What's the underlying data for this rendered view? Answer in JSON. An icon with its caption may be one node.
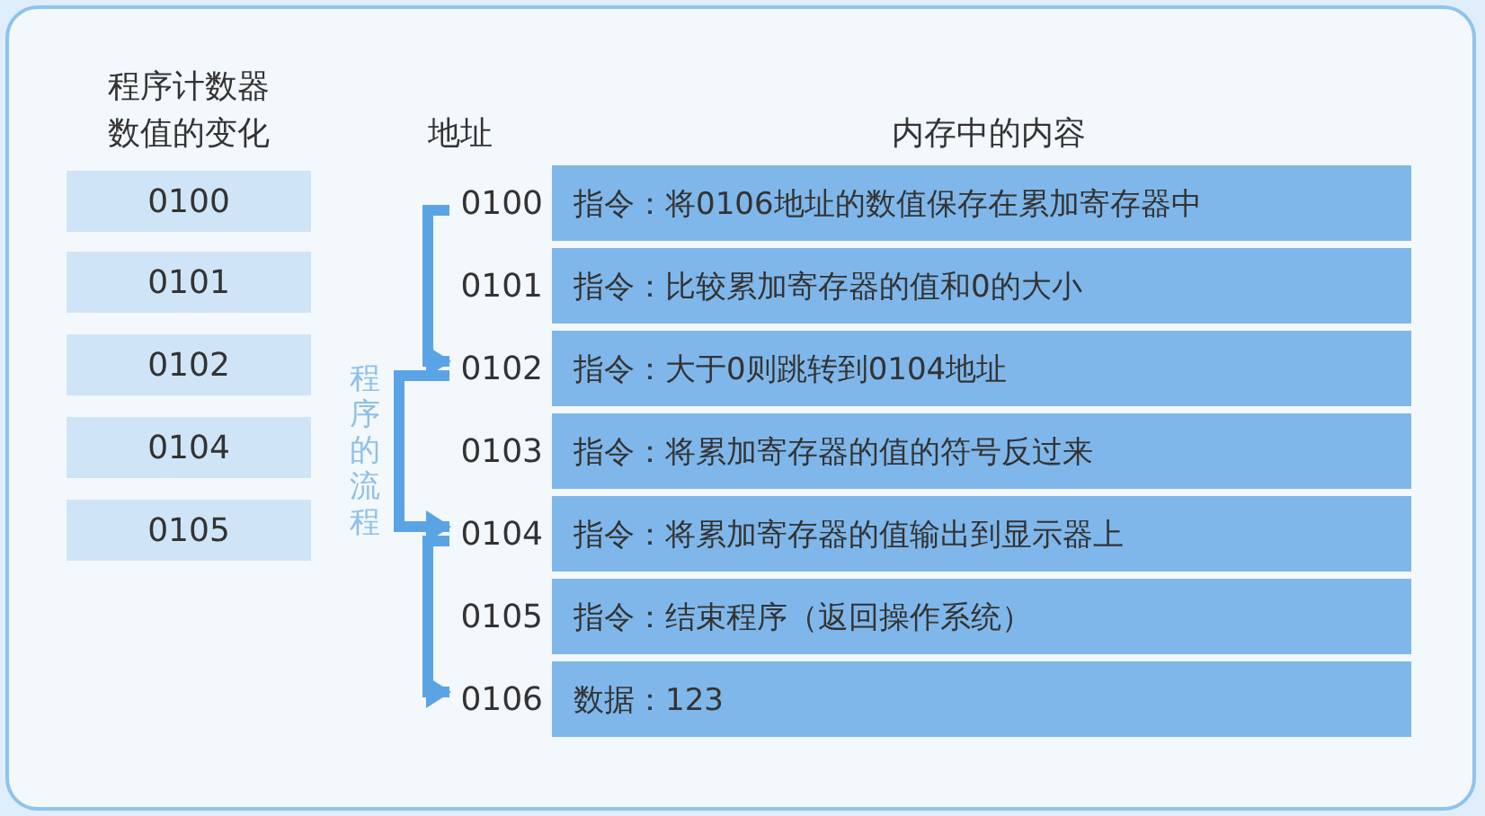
{
  "diagram": {
    "nodes": [
      {
        "text": [
          "0100"
        ]
      },
      {
        "text": [
          "0101"
        ]
      },
      {
        "text": [
          "0102"
        ]
      },
      {
        "text": [
          "0104"
        ]
      },
      {
        "text": [
          "0105"
        ]
      },
      {
        "text": [
          "指令：将0106地址的数值保存在累加寄存器中"
        ],
        "beside": [
          "0100"
        ]
      },
      {
        "text": [
          "指令：比较累加寄存器的值和0的大小"
        ],
        "beside": [
          "0101"
        ]
      },
      {
        "text": [
          "指令：大于0则跳转到0104地址"
        ],
        "beside": [
          "0102"
        ]
      },
      {
        "text": [
          "指令：将累加寄存器的值的符号反过来"
        ],
        "beside": [
          "0103"
        ]
      },
      {
        "text": [
          "指令：将累加寄存器的值输出到显示器上"
        ],
        "beside": [
          "0104"
        ]
      },
      {
        "text": [
          "指令：结束程序（返回操作系统）"
        ],
        "beside": [
          "0105"
        ]
      },
      {
        "text": [
          "数据：123"
        ],
        "beside": [
          "0106"
        ]
      }
    ],
    "edges": [
      {
        "from": 5,
        "to": 7,
        "arrow": "to"
      },
      {
        "from": 7,
        "to": 9,
        "arrow": "to",
        "label": "程序的流程"
      },
      {
        "from": 9,
        "to": 11,
        "arrow": "to"
      }
    ],
    "labels": [
      "程序计数器数值的变化",
      "地址",
      "内存中的内容"
    ]
  }
}
